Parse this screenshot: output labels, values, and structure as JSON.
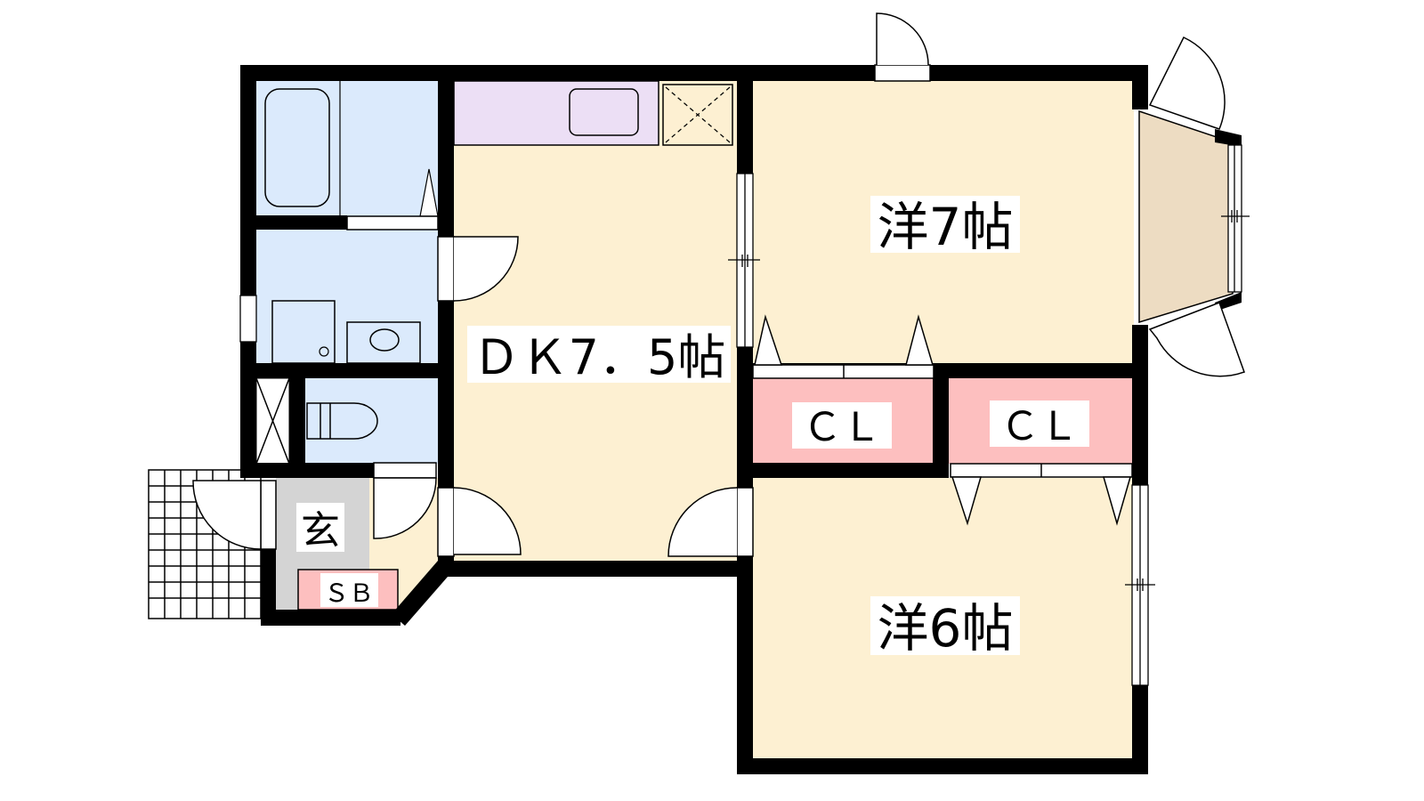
{
  "rooms": {
    "western7": {
      "label": "洋7帖"
    },
    "dk": {
      "label": "ＤＫ7．5帖"
    },
    "closet1": {
      "label": "ＣＬ"
    },
    "closet2": {
      "label": "ＣＬ"
    },
    "western6": {
      "label": "洋6帖"
    },
    "entrance": {
      "label": "玄"
    },
    "shoebox": {
      "label": "ＳＢ"
    }
  },
  "colors": {
    "wall": "#000000",
    "floor": "#fdf0d2",
    "wet_area": "#dbeafc",
    "kitchen": "#ecdff5",
    "closet": "#fdbfbf",
    "entrance": "#d4d4d4",
    "bay": "#eddcc2"
  }
}
